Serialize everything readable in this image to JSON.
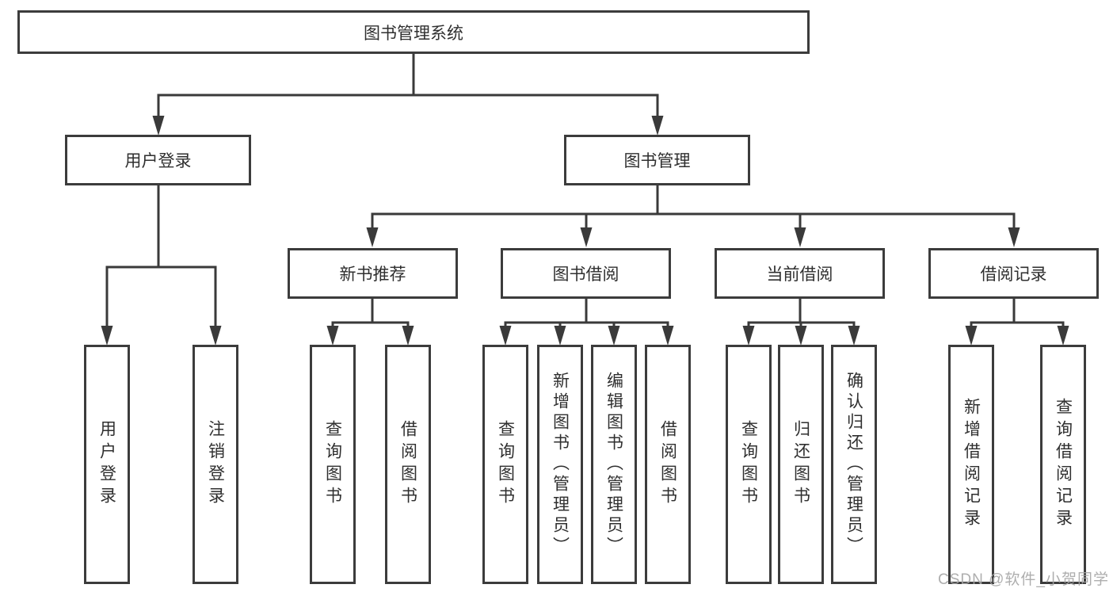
{
  "diagram": {
    "root": "图书管理系统",
    "branches": [
      {
        "label": "用户登录",
        "children": [
          "用户登录",
          "注销登录"
        ]
      },
      {
        "label": "图书管理",
        "sections": [
          {
            "label": "新书推荐",
            "children": [
              "查询图书",
              "借阅图书"
            ]
          },
          {
            "label": "图书借阅",
            "children": [
              "查询图书",
              "新增图书（管理员）",
              "编辑图书（管理员）",
              "借阅图书"
            ]
          },
          {
            "label": "当前借阅",
            "children": [
              "查询图书",
              "归还图书",
              "确认归还（管理员）"
            ]
          },
          {
            "label": "借阅记录",
            "children": [
              "新增借阅记录",
              "查询借阅记录"
            ]
          }
        ]
      }
    ]
  },
  "watermark": "CSDN @软件_小贺同学",
  "colors": {
    "line": "#3a3a3a",
    "border": "#3c3c3c",
    "text": "#2f2f2f",
    "watermark": "#a5a5a5"
  }
}
